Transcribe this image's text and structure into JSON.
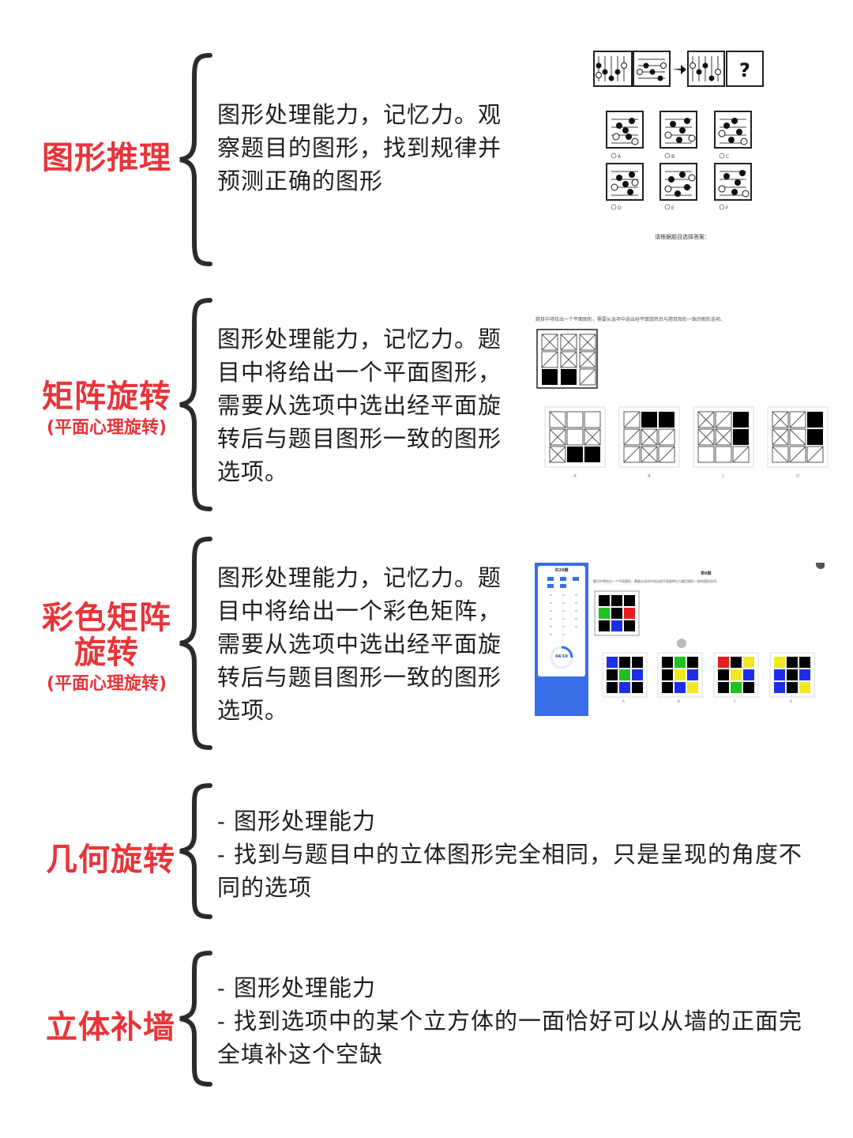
{
  "sections": [
    {
      "title": "图形推理",
      "subtitle": "",
      "lines": [
        "图形处理能力，记忆力。观",
        "察题目的图形，找到规律并",
        "预测正确的图形"
      ],
      "image": {
        "question_mark": "?",
        "option_labels": [
          "A",
          "B",
          "C",
          "D",
          "E",
          "F"
        ],
        "prompt": "请根据题目选择答案："
      }
    },
    {
      "title": "矩阵旋转",
      "subtitle": "(平面心理旋转)",
      "lines": [
        "图形处理能力，记忆力。题",
        "目中将给出一个平面图形，",
        "需要从选项中选出经平面旋",
        "转后与题目图形一致的图形",
        "选项。"
      ],
      "image": {
        "instruction": "题目中将给出一个平面图形，需要从选项中选出经平面旋转后与题目图形一致的图形选项。",
        "option_labels": [
          "A",
          "B",
          "C",
          "D"
        ]
      }
    },
    {
      "title_lines": [
        "彩色矩阵",
        "旋转"
      ],
      "subtitle": "(平面心理旋转)",
      "lines": [
        "图形处理能力，记忆力。题",
        "目中将给出一个彩色矩阵，",
        "需要从选项中选出经平面旋",
        "转后与题目图形一致的图形",
        "选项。"
      ],
      "image": {
        "sidebar_title": "共20题",
        "progress": "04/10",
        "question_title": "第6题",
        "instruction": "题目中将给出一个平面图形，需要从选项中选出经平面旋转后与题目图形一致的图形选项。",
        "option_labels": [
          "A",
          "B",
          "C",
          "D"
        ],
        "colors": {
          "blue": "#1d2ee8",
          "green": "#20c020",
          "red": "#e41e1e",
          "yellow": "#f0e820",
          "black": "#000000",
          "sidebar": "#3a6ee8"
        }
      }
    },
    {
      "title": "几何旋转",
      "lines": [
        "- 图形处理能力",
        "- 找到与题目中的立体图形完全相同，只是呈现的角度不",
        "同的选项"
      ]
    },
    {
      "title": "立体补墙",
      "lines": [
        "- 图形处理能力",
        "- 找到选项中的某个立方体的一面恰好可以从墙的正面完",
        "全填补这个空缺"
      ]
    }
  ]
}
